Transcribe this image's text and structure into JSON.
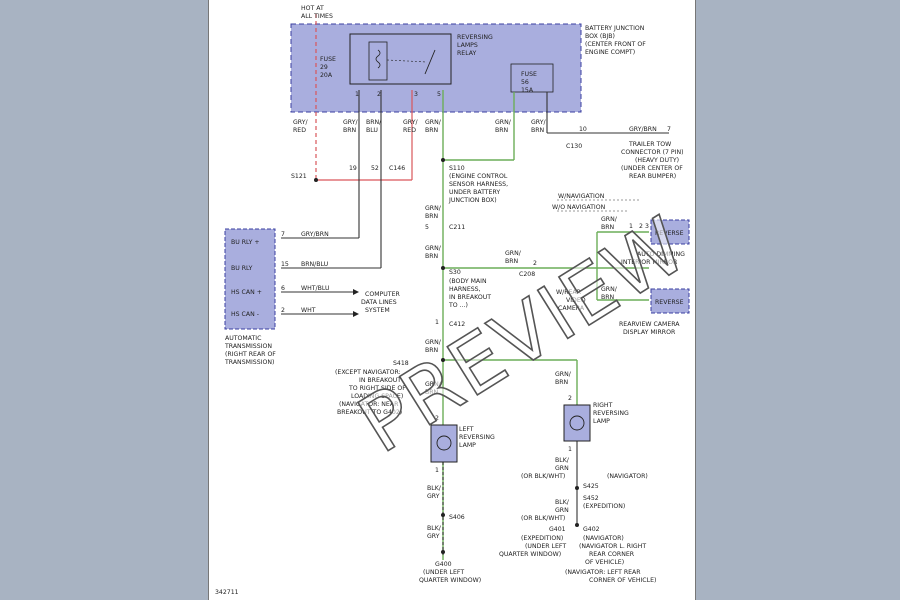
{
  "watermark": "PREVIEW",
  "figure_id": "342711",
  "colors": {
    "background": "#a8b3c2",
    "box_fill": "#a9aede",
    "box_stroke": "#3a3fa0",
    "green_wire": "#6cae58",
    "red_wire": "#d9565b",
    "dark_wire": "#333333"
  },
  "top_power": [
    "HOT AT",
    "ALL TIMES"
  ],
  "bjb": {
    "label": [
      "BATTERY JUNCTION",
      "BOX (BJB)",
      "(CENTER FRONT OF",
      "ENGINE COMPT)"
    ],
    "fuse29": [
      "FUSE",
      "29",
      "20A"
    ],
    "fuse56": [
      "FUSE",
      "56",
      "15A"
    ],
    "relay": [
      "REVERSING",
      "LAMPS",
      "RELAY"
    ],
    "relay_pins": [
      "1",
      "2",
      "3",
      "5"
    ]
  },
  "wire_colors": {
    "gry_red": [
      "GRY/",
      "RED"
    ],
    "gry_brn": [
      "GRY/",
      "BRN"
    ],
    "brn_blu": [
      "BRN/",
      "BLU"
    ],
    "gry_red2": [
      "GRY/",
      "RED"
    ],
    "grn_brn": [
      "GRN/",
      "BRN"
    ],
    "grn_brn2": [
      "GRN/",
      "BRN"
    ],
    "gry_brn2": [
      "GRY/",
      "BRN"
    ]
  },
  "c146": {
    "name": "C146",
    "pins": [
      "19",
      "52"
    ]
  },
  "s121": "S121",
  "c130": {
    "name": "C130",
    "pin": "10"
  },
  "trailer": {
    "wire": "GRY/BRN",
    "pin": "7",
    "label": [
      "TRAILER TOW",
      "CONNECTOR (7 PIN)",
      "(HEAVY DUTY)",
      "(UNDER CENTER OF",
      "REAR BUMPER)"
    ]
  },
  "s110": [
    "S110",
    "(ENGINE CONTROL",
    "SENSOR HARNESS,",
    "UNDER BATTERY",
    "JUNCTION BOX)"
  ],
  "nav": [
    "W/NAVIGATION",
    "W/O NAVIGATION"
  ],
  "c211": {
    "name": "C211",
    "pin": "5"
  },
  "s30": {
    "name": "S30",
    "desc": [
      "(BODY MAIN",
      "HARNESS,",
      "IN BREAKOUT",
      "TO ...)"
    ]
  },
  "c208": {
    "name": "C208",
    "pin": "2"
  },
  "rear_camera": [
    "W/REAR",
    "VIDEO",
    "CAMERA"
  ],
  "auto_mirror": {
    "label": [
      "AUTO DIMMING",
      "INTERIOR MIRROR"
    ],
    "box": "REVERSE",
    "pins": [
      "1",
      "2",
      "3"
    ]
  },
  "camera_mirror": {
    "label": [
      "REARVIEW CAMERA",
      "DISPLAY MIRROR"
    ],
    "box": "REVERSE"
  },
  "transmission": {
    "pins": [
      {
        "num": "7",
        "label": "BU RLY +",
        "wire": "GRY/BRN"
      },
      {
        "num": "15",
        "label": "BU RLY",
        "wire": "BRN/BLU"
      },
      {
        "num": "6",
        "label": "HS CAN +",
        "wire": "WHT/BLU"
      },
      {
        "num": "2",
        "label": "HS CAN -",
        "wire": "WHT"
      }
    ],
    "label": [
      "AUTOMATIC",
      "TRANSMISSION",
      "(RIGHT REAR OF",
      "TRANSMISSION)"
    ]
  },
  "computer": [
    "COMPUTER",
    "DATA LINES",
    "SYSTEM"
  ],
  "c412": {
    "name": "C412",
    "pin": "1"
  },
  "s418": {
    "name": "S418",
    "desc": [
      "(EXCEPT NAVIGATOR:",
      "IN BREAKOUT",
      "TO RIGHT SIDE OF",
      "LOADING SPACE)",
      "(NAVIGATOR: NEAR",
      "BREAKOUT TO G402)"
    ]
  },
  "left_lamp": {
    "label": [
      "LEFT",
      "REVERSING",
      "LAMP"
    ],
    "pins": [
      "2",
      "1"
    ]
  },
  "right_lamp": {
    "label": [
      "RIGHT",
      "REVERSING",
      "LAMP"
    ],
    "pins": [
      "2",
      "1"
    ]
  },
  "blk_gry": [
    "BLK/",
    "GRY"
  ],
  "blk_grn": [
    "BLK/",
    "GRN",
    "(OR BLK/WHT)"
  ],
  "s406": "S406",
  "g400": [
    "G400",
    "(UNDER LEFT",
    "QUARTER WINDOW)"
  ],
  "s425": [
    "(NAVIGATOR)",
    "S425"
  ],
  "s452": [
    "S452",
    "(EXPEDITION)"
  ],
  "g401": [
    "G401",
    "(EXPEDITION)",
    "(UNDER LEFT",
    "QUARTER WINDOW)"
  ],
  "g402": [
    "G402",
    "(NAVIGATOR)",
    "(NAVIGATOR L. RIGHT",
    "REAR CORNER",
    "OF VEHICLE)",
    "(NAVIGATOR: LEFT REAR",
    "CORNER OF VEHICLE)"
  ]
}
